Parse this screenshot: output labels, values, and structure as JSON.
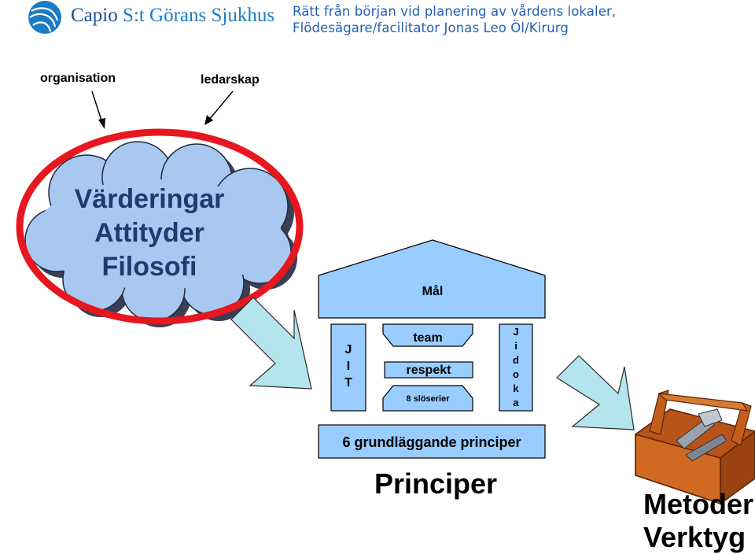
{
  "header": {
    "logo_brand": "Capio",
    "logo_name": "S:t Görans Sjukhus",
    "line1": "Rätt från början vid planering av vårdens lokaler,",
    "line2": "Flödesägare/facilitator Jonas Leo Öl/Kirurg"
  },
  "labels": {
    "organisation": "organisation",
    "ledarskap": "ledarskap"
  },
  "cloud": {
    "line1": "Värderingar",
    "line2": "Attityder",
    "line3": "Filosofi"
  },
  "house": {
    "roof": "Mål",
    "left_pillar": [
      "J",
      "I",
      "T"
    ],
    "team": "team",
    "respekt": "respekt",
    "sloserier": "8 slöserier",
    "right_pillar": [
      "J",
      "i",
      "d",
      "o",
      "k",
      "a"
    ],
    "foundation": "6 grundläggande principer",
    "caption": "Principer"
  },
  "tools": {
    "line1": "Metoder",
    "line2": "Verktyg"
  },
  "colors": {
    "accent_blue": "#99ccff",
    "cloud_blue": "#a9c8f0",
    "arrow_teal": "#b4e4ec",
    "ellipse_red": "#e8161e"
  }
}
